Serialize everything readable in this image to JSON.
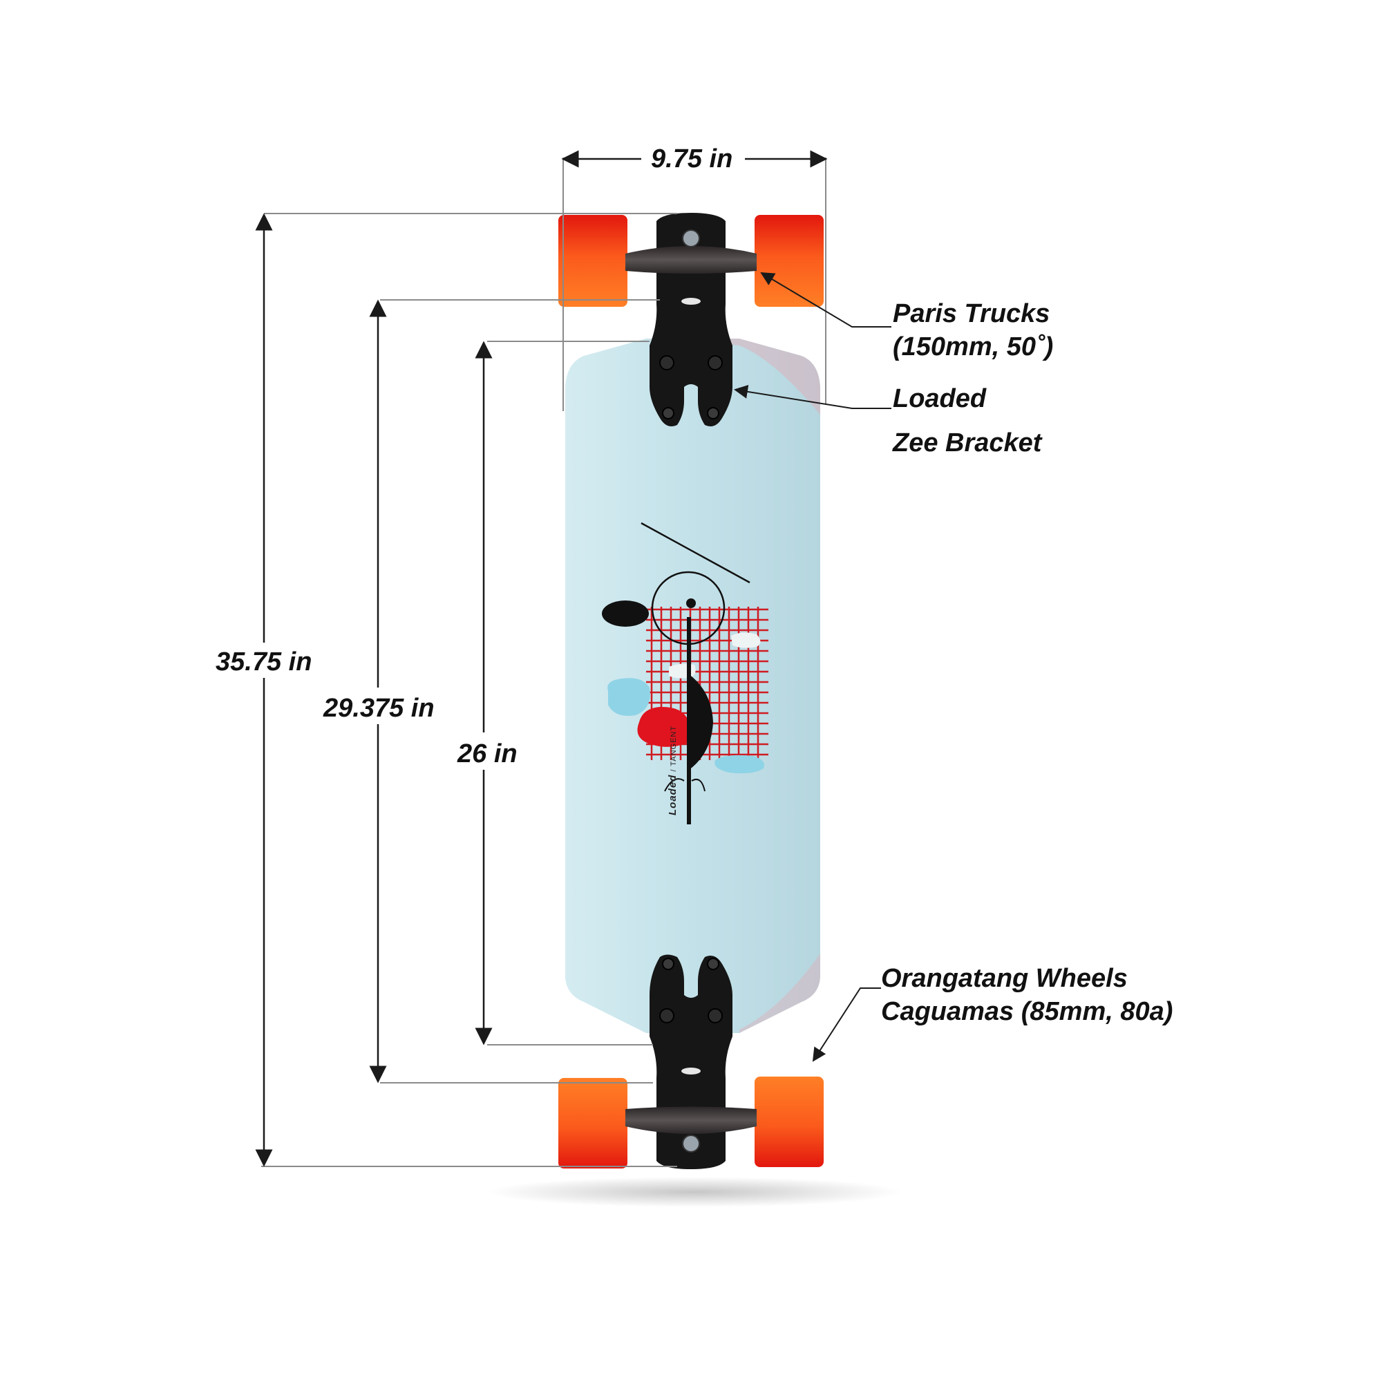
{
  "diagram": {
    "subject": "Loaded Tangent longboard, bottom view with dimensions",
    "deck_graphic": {
      "brand_text": "Loaded",
      "model_text": "TANGENT",
      "separator": "/"
    },
    "dimensions": {
      "width": "9.75 in",
      "overall_length": "35.75 in",
      "wheelbase_outer": "29.375 in",
      "wheelbase": "26 in"
    },
    "callouts": [
      {
        "id": "trucks",
        "line1": "Paris Trucks",
        "line2": "(150mm, 50˚)"
      },
      {
        "id": "bracket",
        "line1": "Loaded",
        "line2": "Zee Bracket"
      },
      {
        "id": "wheels",
        "line1": "Orangatang Wheels",
        "line2": "Caguamas (85mm, 80a)"
      }
    ],
    "colors": {
      "deck": "#c4e2ea",
      "deck_edge_tint": "#e3a9b4",
      "wheel_top": "#e11a10",
      "wheel_bottom": "#ff7a22",
      "hardware": "#161616",
      "hanger": "#3c3636",
      "grid_red": "#cf1c22",
      "paint_blue": "#8fd3e6",
      "paint_red": "#e0141e",
      "dimension_line": "#8a8a8a",
      "arrow": "#1a1a1a"
    }
  }
}
